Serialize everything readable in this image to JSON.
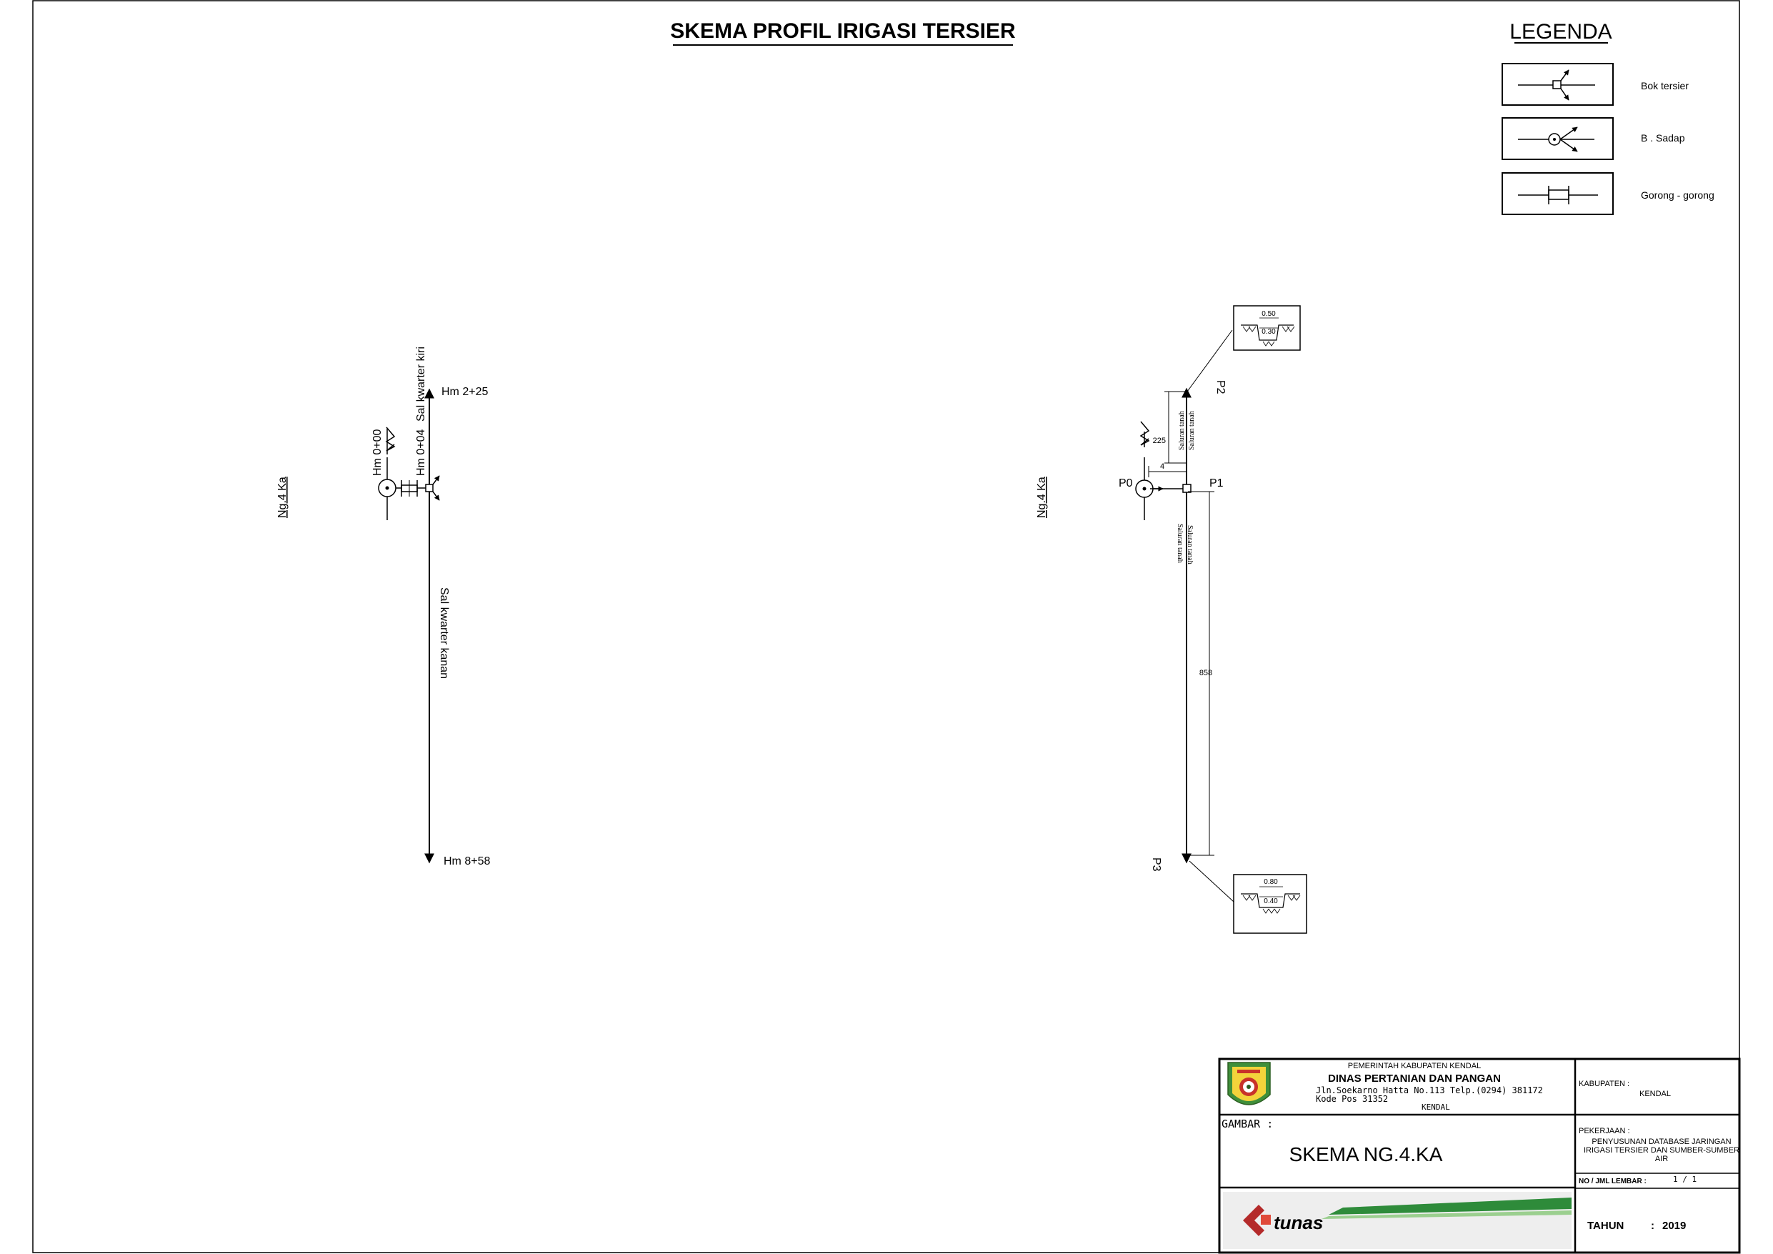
{
  "title": "SKEMA PROFIL IRIGASI TERSIER",
  "legend": {
    "heading": "LEGENDA",
    "items": [
      {
        "label": "Bok tersier",
        "icon": "bok-tersier-symbol"
      },
      {
        "label": "B . Sadap",
        "icon": "bangunan-sadap-symbol"
      },
      {
        "label": "Gorong - gorong",
        "icon": "gorong-gorong-symbol"
      }
    ]
  },
  "left_schema": {
    "side_label": "Ng.4 Ka",
    "hm_top": "Hm 2+25",
    "hm_bottom": "Hm 8+58",
    "hm_start": "Hm 0+00",
    "hm_box": "Hm 0+04",
    "channel_left": "Sal kwarter kiri",
    "channel_right": "Sal kwarter kanan"
  },
  "right_schema": {
    "side_label": "Ng.4 Ka",
    "points": {
      "p0": "P0",
      "p1": "P1",
      "p2": "P2",
      "p3": "P3"
    },
    "dims": {
      "d4": "4",
      "d225": "225",
      "d858": "858"
    },
    "channel_upper_a": "Saluran tanah",
    "channel_upper_b": "Saluran tanah",
    "channel_lower_a": "Saluran tanah",
    "channel_lower_b": "Saluran tanah",
    "section_top": {
      "width": "0.50",
      "depth": "0.30"
    },
    "section_bottom": {
      "width": "0.80",
      "depth": "0.40"
    }
  },
  "title_block": {
    "gov": "PEMERINTAH KABUPATEN KENDAL",
    "dept": "DINAS PERTANIAN DAN PANGAN",
    "address": "Jln.Soekarno Hatta No.113 Telp.(0294) 381172",
    "postcode": "Kode Pos 31352",
    "city": "KENDAL",
    "kab_label": "KABUPATEN :",
    "kab_value": "KENDAL",
    "gambar_label": "GAMBAR :",
    "gambar_value": "SKEMA NG.4.KA",
    "pekerjaan_label": "PEKERJAAN :",
    "pekerjaan_line1": "PENYUSUNAN DATABASE JARINGAN",
    "pekerjaan_line2": "IRIGASI TERSIER DAN SUMBER-SUMBER",
    "pekerjaan_line3": "AIR",
    "lembar_label": "NO / JML LEMBAR :",
    "lembar_value": "1 / 1",
    "tahun_label": "TAHUN",
    "tahun_sep": ":",
    "tahun_value": "2019",
    "company": "tunas"
  }
}
